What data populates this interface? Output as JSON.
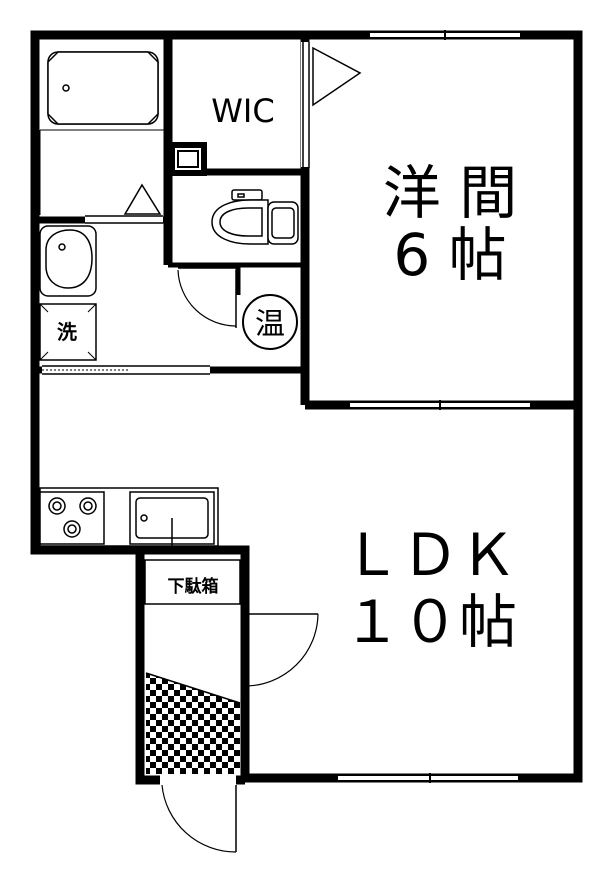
{
  "rooms": {
    "western_room": {
      "line1": "洋 間",
      "line2": "6 帖"
    },
    "wic": {
      "label": "WIC"
    },
    "ldk": {
      "line1": "ＬＤＫ",
      "line2": "１０帖"
    },
    "shoe_box": {
      "label": "下駄箱"
    },
    "washer": {
      "label": "洗"
    },
    "water_heater": {
      "label": "温"
    }
  },
  "colors": {
    "wall": "#000000",
    "fixture": "#000000",
    "background": "#ffffff"
  }
}
